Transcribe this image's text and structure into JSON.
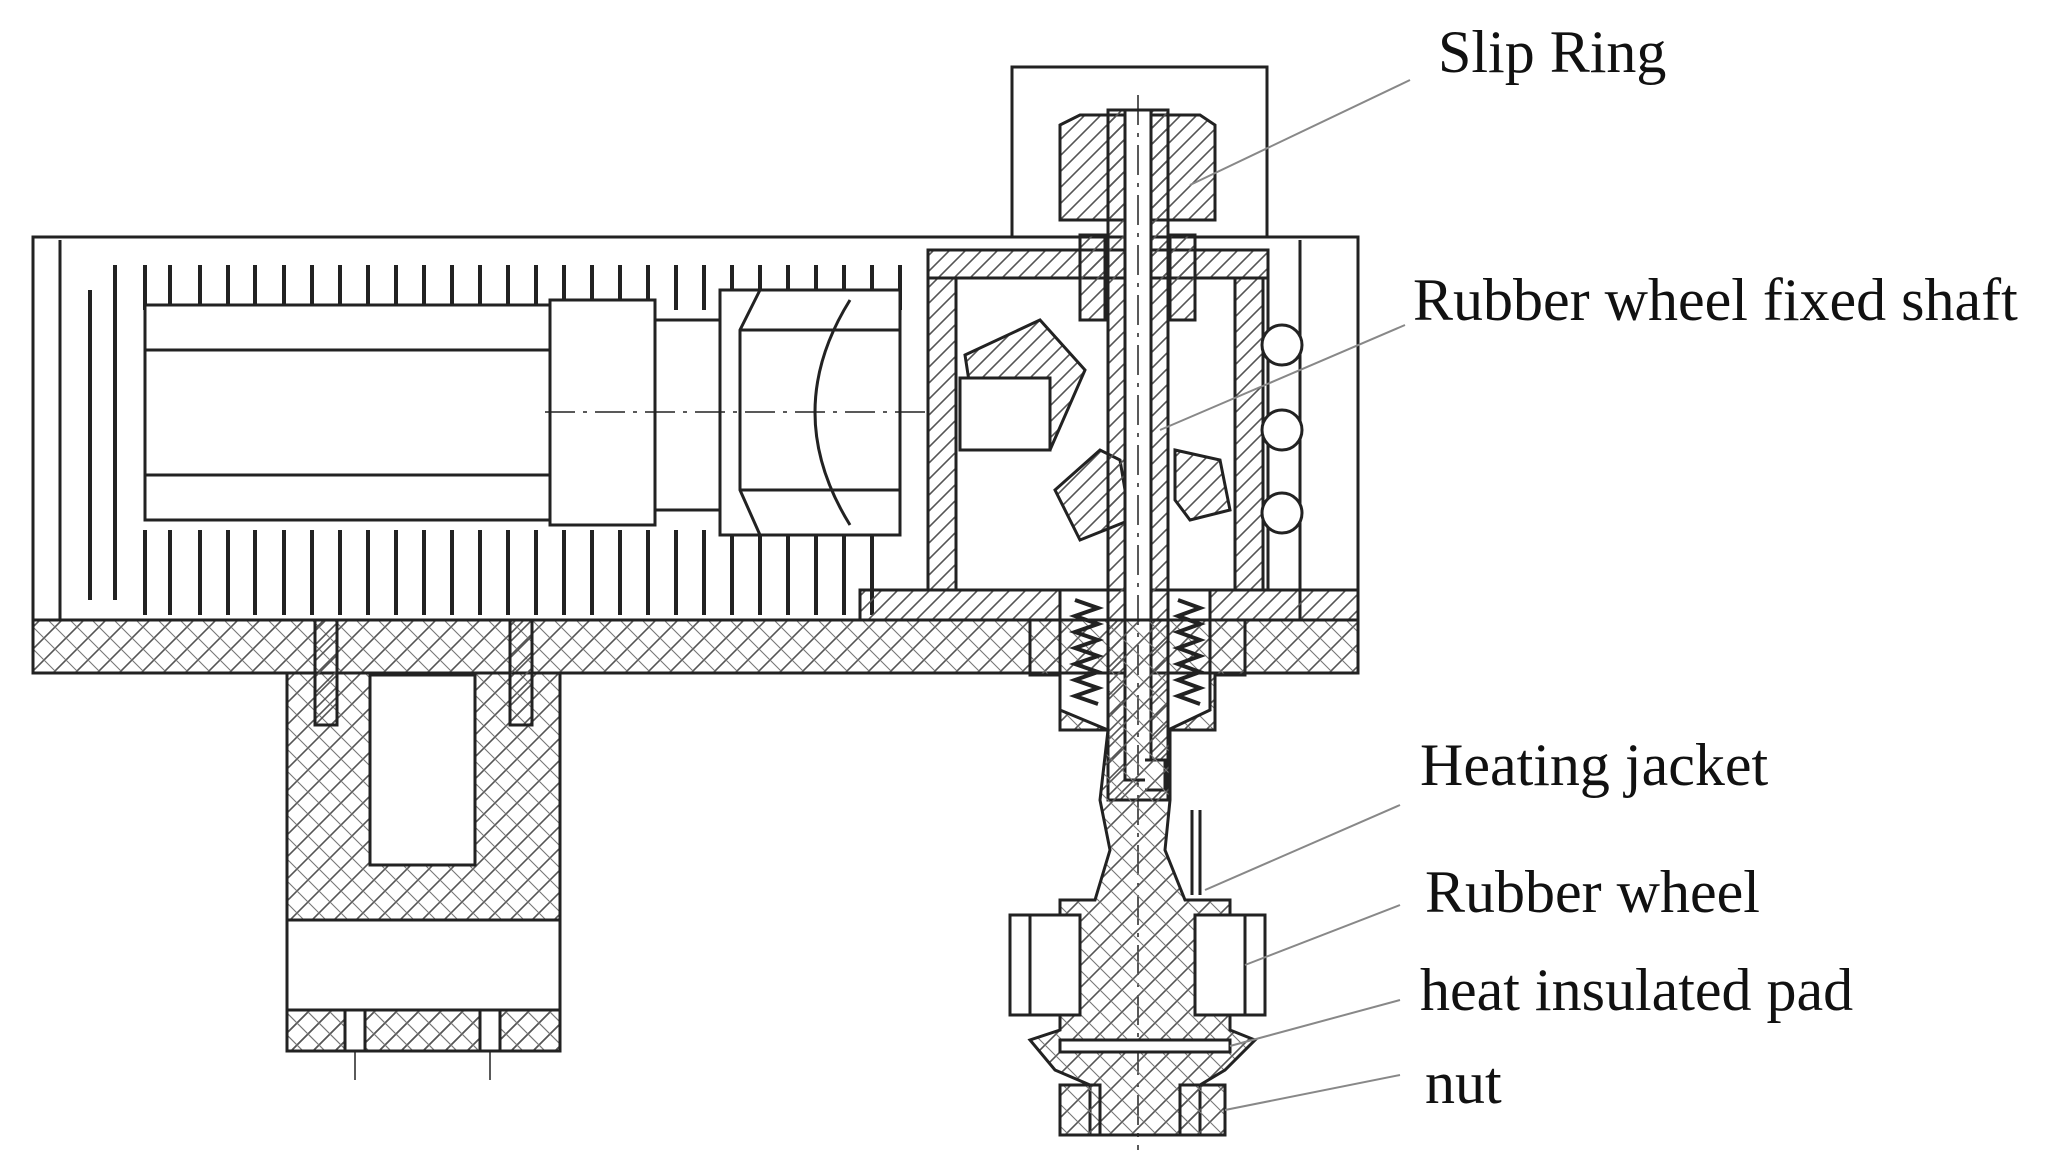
{
  "labels": {
    "slip_ring": "Slip Ring",
    "fixed_shaft": "Rubber wheel fixed shaft",
    "heating_jacket": "Heating jacket",
    "rubber_wheel": "Rubber wheel",
    "insulated_pad": "heat insulated pad",
    "nut": "nut"
  },
  "style": {
    "line_color": "#222222",
    "hatch_color": "#555555",
    "background": "#ffffff"
  }
}
